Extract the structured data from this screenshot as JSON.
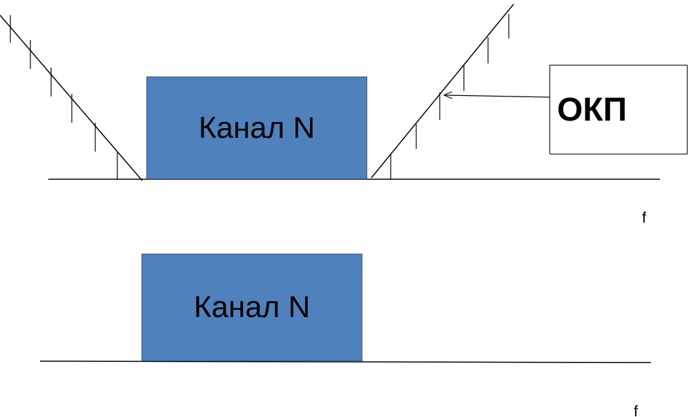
{
  "top_panel": {
    "channel_label": "Канал N",
    "annotation_label": "ОКП",
    "axis_label": "f"
  },
  "bottom_panel": {
    "channel_label": "Канал N",
    "axis_label": "f"
  },
  "colors": {
    "channel_fill": "#4f81bd",
    "channel_border": "#385d8a",
    "line": "#000000"
  }
}
